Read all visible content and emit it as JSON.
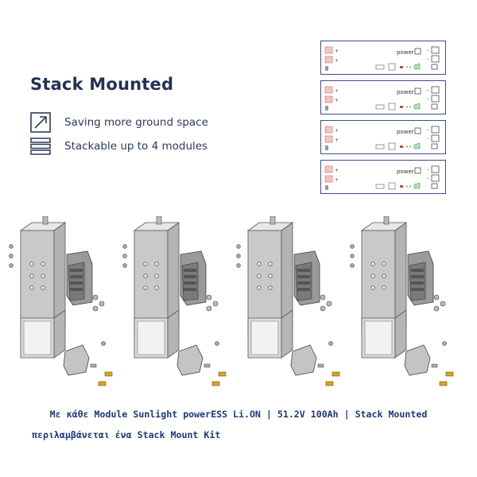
{
  "header": {
    "title": "Stack Mounted"
  },
  "features": [
    {
      "icon": "diagonal-arrow-icon",
      "label": "Saving more ground space"
    },
    {
      "icon": "stacked-layers-icon",
      "label": "Stackable up to 4 modules"
    }
  ],
  "module_stack": {
    "brand": "power",
    "count": 4
  },
  "kit": {
    "count": 4
  },
  "caption": {
    "line1": "Με κάθε Module Sunlight powerESS Li.ON | 51.2V 100Ah | Stack Mounted",
    "line2": "περιλαμβάνεται ένα Stack Mount Kit"
  },
  "colors": {
    "title": "#223256",
    "caption": "#1c3a78",
    "module_border": "#3b4f8a",
    "bracket": "#c9c9c9"
  }
}
